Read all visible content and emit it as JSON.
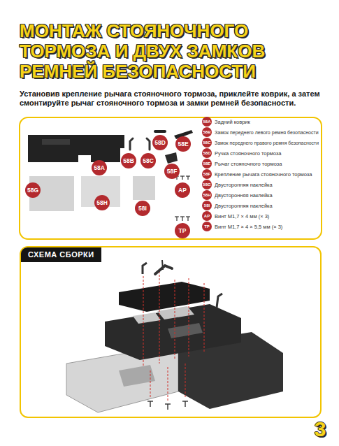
{
  "diagram": {
    "title": "МОНТАЖ СТОЯНОЧНОГО ТОРМОЗА И ДВУХ ЗАМКОВ РЕМНЕЙ БЕЗОПАСНОСТИ",
    "nodes": [
      {
        "text": [
          "58A"
        ]
      },
      {
        "text": [
          "58B"
        ]
      },
      {
        "text": [
          "58C"
        ]
      },
      {
        "text": [
          "58D"
        ]
      },
      {
        "text": [
          "58E"
        ]
      },
      {
        "text": [
          "58F"
        ]
      },
      {
        "text": [
          "58G"
        ]
      },
      {
        "text": [
          "58H"
        ]
      },
      {
        "text": [
          "58I"
        ]
      },
      {
        "text": [
          "AP"
        ]
      },
      {
        "text": [
          "TP"
        ]
      },
      {
        "text": [
          "58A",
          "Задний коврик"
        ]
      },
      {
        "text": [
          "58B",
          "Замок переднего левого ремня безопасности"
        ]
      },
      {
        "text": [
          "58C",
          "Замок переднего правого ремня безопасности"
        ]
      },
      {
        "text": [
          "58D",
          "Ручка стояночного тормоза"
        ]
      },
      {
        "text": [
          "58E",
          "Рычаг стояночного тормоза"
        ]
      },
      {
        "text": [
          "58F",
          "Крепление рычага стояночного тормоза"
        ]
      },
      {
        "text": [
          "58G",
          "Двусторонняя наклейка"
        ]
      },
      {
        "text": [
          "58H",
          "Двусторонняя наклейка"
        ]
      },
      {
        "text": [
          "58I",
          "Двусторонняя наклейка"
        ]
      },
      {
        "text": [
          "AP",
          "Винт M1,7 × 4 мм (× 3)"
        ]
      },
      {
        "text": [
          "TP",
          "Винт M1,7 × 4 × 5,5 мм (× 3)"
        ]
      },
      {
        "text": [
          "СХЕМА СБОРКИ"
        ]
      }
    ],
    "labels": [
      "Установив крепление рычага стояночного тормоза, приклейте коврик, а затем смонтируйте рычаг стояночного тормоза и замки ремней безопасности.",
      "3"
    ]
  }
}
